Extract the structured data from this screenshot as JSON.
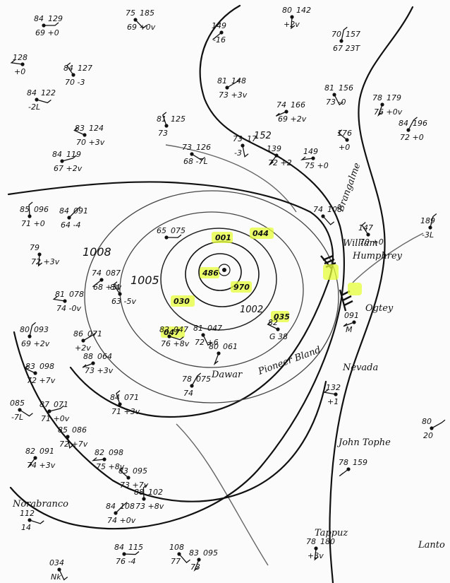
{
  "isobar_labels": {
    "inner": "1008",
    "mid": "1005",
    "lower": "1002",
    "top": "152"
  },
  "ship_names": {
    "n1": "Brangalme",
    "n2": "William",
    "n3": "Humphrey",
    "n4": "Ogtey",
    "n5": "Nevada",
    "n6": "John Tophe",
    "n7": "Tappuz",
    "n8": "Norabranco",
    "n9": "Pioneer Bland",
    "n10": "Dawar",
    "n11": "Lanto"
  },
  "highlighted_pressures": [
    "001",
    "044",
    "486",
    "970",
    "030",
    "047",
    "035"
  ],
  "stations": [
    {
      "id": "s1",
      "t": "84",
      "p": "129",
      "v": "69 +0"
    },
    {
      "id": "s2",
      "t": "75",
      "p": "185",
      "v": "69 +0v"
    },
    {
      "id": "s3",
      "t": "80",
      "p": "142",
      "v": "+2v"
    },
    {
      "id": "s4",
      "t": "149",
      "p": "",
      "v": "-16"
    },
    {
      "id": "s5",
      "t": "128",
      "p": "",
      "v": "+0"
    },
    {
      "id": "s6",
      "t": "84",
      "p": "127",
      "v": "70 -3"
    },
    {
      "id": "s7",
      "t": "70",
      "p": "157",
      "v": "67 23T"
    },
    {
      "id": "s8",
      "t": "81",
      "p": "148",
      "v": "73 +3v"
    },
    {
      "id": "s9",
      "t": "84",
      "p": "122",
      "v": "-2L"
    },
    {
      "id": "s10",
      "t": "81",
      "p": "156",
      "v": "73 -0"
    },
    {
      "id": "s11",
      "t": "78",
      "p": "179",
      "v": "76 +0v"
    },
    {
      "id": "s12",
      "t": "74",
      "p": "166",
      "v": "69 +2v"
    },
    {
      "id": "s13",
      "t": "83",
      "p": "124",
      "v": "70 +3v"
    },
    {
      "id": "s14",
      "t": "81",
      "p": "125",
      "v": "73"
    },
    {
      "id": "s15",
      "t": "84",
      "p": "196",
      "v": "72 +0"
    },
    {
      "id": "s16",
      "t": "84",
      "p": "119",
      "v": "67 +2v"
    },
    {
      "id": "s17",
      "t": "73",
      "p": "126",
      "v": "68 -7L"
    },
    {
      "id": "s18",
      "t": "73",
      "p": "17",
      "v": "-3"
    },
    {
      "id": "s19",
      "t": "139",
      "p": "",
      "v": "72 +2"
    },
    {
      "id": "s20",
      "t": "149",
      "p": "",
      "v": "75 +0"
    },
    {
      "id": "s21",
      "t": "176",
      "p": "",
      "v": "+0"
    },
    {
      "id": "s22",
      "t": "85",
      "p": "096",
      "v": "71 +0"
    },
    {
      "id": "s23",
      "t": "84",
      "p": "091",
      "v": "64 -4"
    },
    {
      "id": "s24",
      "t": "65",
      "p": "075",
      "v": ""
    },
    {
      "id": "s25",
      "t": "74",
      "p": "108",
      "v": ""
    },
    {
      "id": "s26",
      "t": "79",
      "p": "",
      "v": "72 +3v"
    },
    {
      "id": "s27",
      "t": "74",
      "p": "087",
      "v": "68 +3v"
    },
    {
      "id": "s28",
      "t": "81",
      "p": "078",
      "v": "74 -0v"
    },
    {
      "id": "s29",
      "t": "84",
      "p": "",
      "v": "63 -5v"
    },
    {
      "id": "s30",
      "t": "80",
      "p": "093",
      "v": "69 +2v"
    },
    {
      "id": "s31",
      "t": "86",
      "p": "071",
      "v": "+2v"
    },
    {
      "id": "s32",
      "t": "82",
      "p": "047",
      "v": "76 +8v"
    },
    {
      "id": "s33",
      "t": "81",
      "p": "047",
      "v": "72 +6"
    },
    {
      "id": "s34",
      "t": "80",
      "p": "061",
      "v": ""
    },
    {
      "id": "s35",
      "t": "88",
      "p": "064",
      "v": "73 +3v"
    },
    {
      "id": "s36",
      "t": "83",
      "p": "098",
      "v": "72 +7v"
    },
    {
      "id": "s37",
      "t": "84",
      "p": "071",
      "v": "71 +3v"
    },
    {
      "id": "s38",
      "t": "78",
      "p": "075",
      "v": "74"
    },
    {
      "id": "s39",
      "t": "87",
      "p": "071",
      "v": "71 +0v"
    },
    {
      "id": "s40",
      "t": "085",
      "p": "",
      "v": "-7L"
    },
    {
      "id": "s41",
      "t": "85",
      "p": "086",
      "v": "72 +7v"
    },
    {
      "id": "s42",
      "t": "82",
      "p": "091",
      "v": "74 +3v"
    },
    {
      "id": "s43",
      "t": "82",
      "p": "098",
      "v": "75 +8v"
    },
    {
      "id": "s44",
      "t": "83",
      "p": "095",
      "v": "73 +7v"
    },
    {
      "id": "s45",
      "t": "88",
      "p": "102",
      "v": "73 +8v"
    },
    {
      "id": "s46",
      "t": "84",
      "p": "108",
      "v": "74 +0v"
    },
    {
      "id": "s47",
      "t": "84",
      "p": "115",
      "v": "76 -4"
    },
    {
      "id": "s48",
      "t": "108",
      "p": "",
      "v": "77"
    },
    {
      "id": "s49",
      "t": "78",
      "p": "180",
      "v": "+3v"
    },
    {
      "id": "s50",
      "t": "78",
      "p": "159",
      "v": ""
    },
    {
      "id": "s51",
      "t": "132",
      "p": "",
      "v": "+1"
    },
    {
      "id": "s52",
      "t": "147",
      "p": "",
      "v": "70 +0"
    },
    {
      "id": "s53",
      "t": "189",
      "p": "",
      "v": "-3L"
    },
    {
      "id": "s54",
      "t": "80",
      "p": "",
      "v": "20"
    },
    {
      "id": "s55",
      "t": "112",
      "p": "",
      "v": "14"
    },
    {
      "id": "s56",
      "t": "034",
      "p": "",
      "v": "Nk"
    },
    {
      "id": "s57",
      "t": "83",
      "p": "095",
      "v": "73"
    },
    {
      "id": "s58",
      "t": "091",
      "p": "",
      "v": "M"
    },
    {
      "id": "s59",
      "t": "82",
      "p": "",
      "v": "G 38"
    }
  ]
}
